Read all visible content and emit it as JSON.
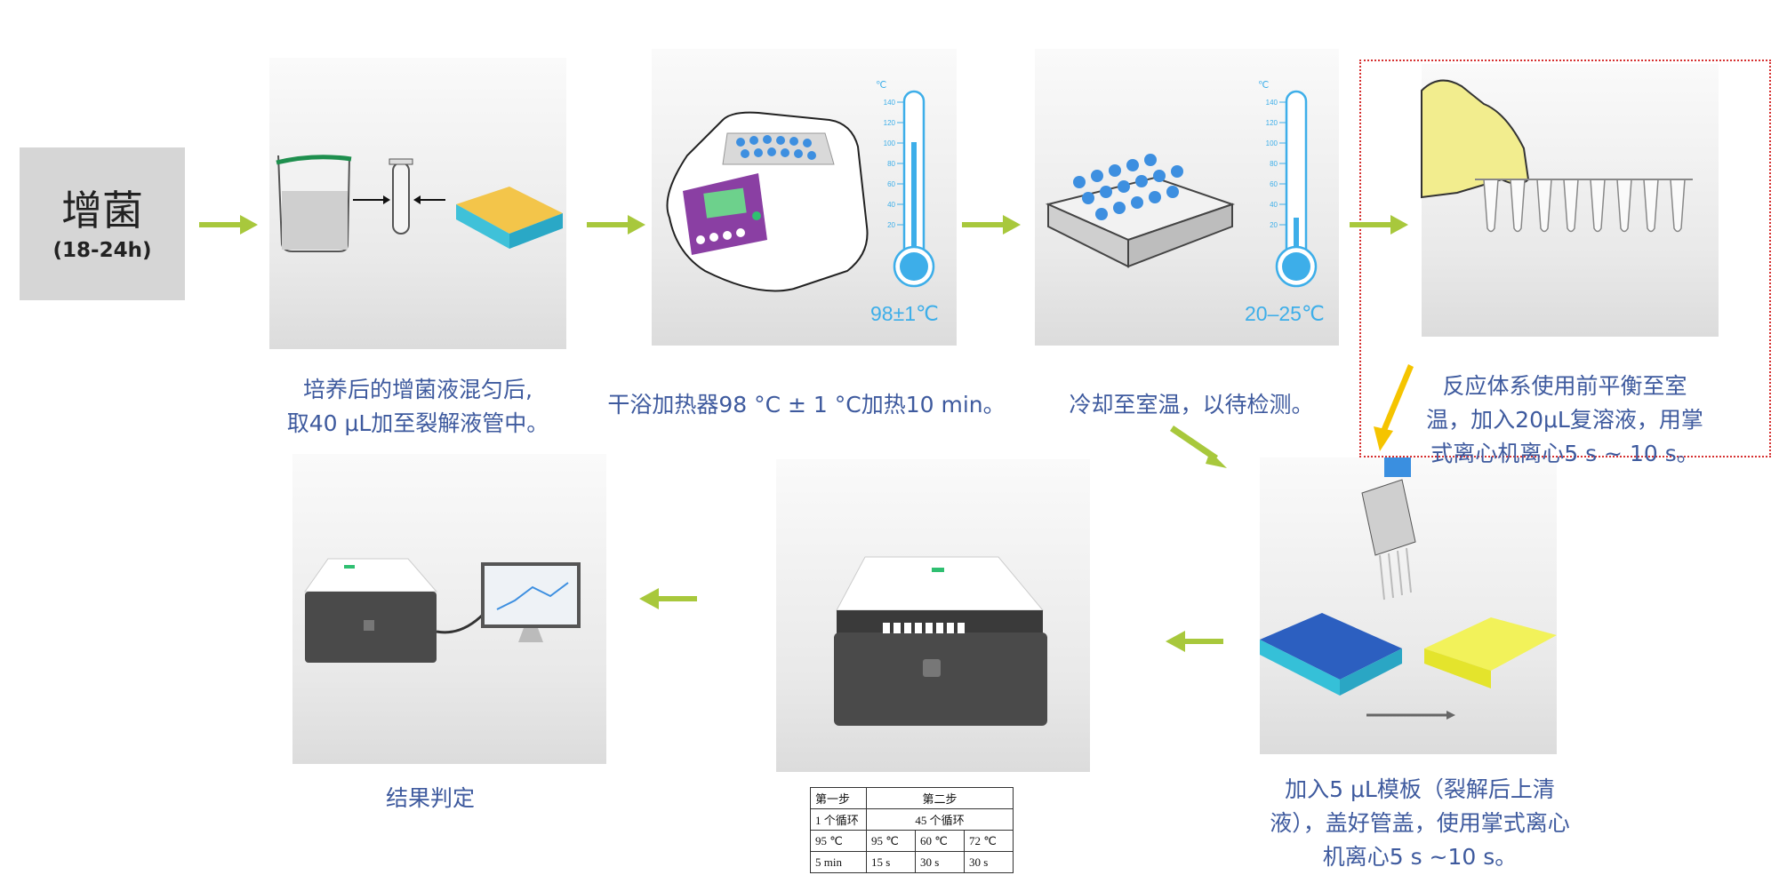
{
  "start": {
    "title": "增菌",
    "subtitle": "(18-24h)"
  },
  "steps": [
    {
      "caption_lines": [
        "培养后的增菌液混匀后,",
        "取40 μL加至裂解液管中。"
      ]
    },
    {
      "caption_lines": [
        "干浴加热器98 °C ± 1 °C加热10 min。"
      ],
      "thermo_label": "98±1℃"
    },
    {
      "caption_lines": [
        "冷却至室温，以待检测。"
      ],
      "thermo_label": "20–25℃"
    },
    {
      "caption_lines": [
        "反应体系使用前平衡至室",
        "温，加入20μL复溶液，用掌",
        "式离心机离心5 s ~ 10 s。"
      ]
    },
    {
      "caption_lines": [
        "加入5 μL模板（裂解后上清",
        "液），盖好管盖，使用掌式离心",
        "机离心5 s ~10 s。"
      ]
    },
    {
      "caption_lines": []
    },
    {
      "caption_lines": [
        "结果判定"
      ]
    }
  ],
  "thermometer": {
    "unit": "℃",
    "ticks": [
      "140",
      "120",
      "100",
      "80",
      "60",
      "40",
      "20"
    ]
  },
  "pcr_table": {
    "header": [
      "第一步",
      "第二步"
    ],
    "cycles": [
      "1 个循环",
      "45 个循环"
    ],
    "temps": [
      "95 ℃",
      "95 ℃",
      "60 ℃",
      "72 ℃"
    ],
    "times": [
      "5 min",
      "15 s",
      "30 s",
      "30 s"
    ]
  },
  "colors": {
    "arrow_green": "#a8c83c",
    "arrow_yellow": "#f5c400",
    "text_blue": "#3e5a9e",
    "thermo_blue": "#3daee9",
    "dash_red": "#d63030"
  }
}
